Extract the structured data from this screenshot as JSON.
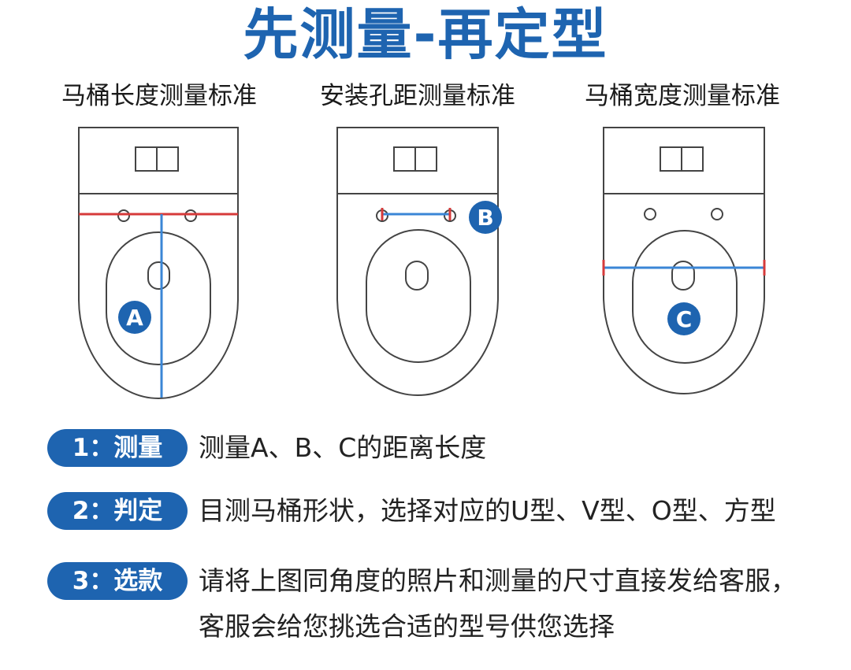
{
  "title": "先测量-再定型",
  "colors": {
    "accent": "#1e64b0",
    "blue_line": "#3a86d6",
    "red_line": "#d63a3a",
    "outline": "#444444"
  },
  "labels": [
    "马桶长度测量标准",
    "安装孔距测量标准",
    "马桶宽度测量标准"
  ],
  "markers": [
    "A",
    "B",
    "C"
  ],
  "steps": [
    {
      "badge": "1：测量",
      "text": "测量A、B、C的距离长度"
    },
    {
      "badge": "2：判定",
      "text": "目测马桶形状，选择对应的U型、V型、O型、方型"
    },
    {
      "badge": "3：选款",
      "text": "请将上图同角度的照片和测量的尺寸直接发给客服，客服会给您挑选合适的型号供您选择"
    }
  ]
}
